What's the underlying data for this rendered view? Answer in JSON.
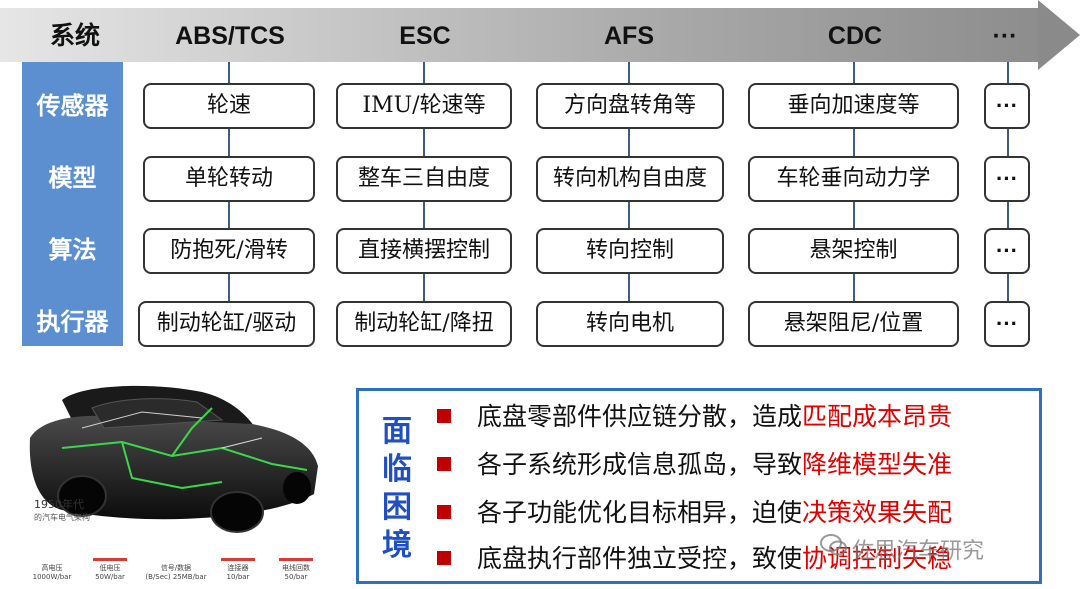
{
  "header": {
    "columns": [
      "系统",
      "ABS/TCS",
      "ESC",
      "AFS",
      "CDC",
      "···"
    ]
  },
  "categories": [
    "传感器",
    "模型",
    "算法",
    "执行器"
  ],
  "systems": [
    {
      "cells": [
        "轮速",
        "单轮转动",
        "防抱死/滑转",
        "制动轮缸/驱动"
      ]
    },
    {
      "cells": [
        "IMU/轮速等",
        "整车三自由度",
        "直接横摆控制",
        "制动轮缸/降扭"
      ]
    },
    {
      "cells": [
        "方向盘转角等",
        "转向机构自由度",
        "转向控制",
        "转向电机"
      ]
    },
    {
      "cells": [
        "垂向加速度等",
        "车轮垂向动力学",
        "悬架控制",
        "悬架阻尼/位置"
      ]
    },
    {
      "cells": [
        "···",
        "···",
        "···",
        "···"
      ]
    }
  ],
  "car": {
    "caption_line1": "1950年代",
    "caption_line2": "的汽车电气架构",
    "legend": [
      {
        "line1": "高电压",
        "line2": "1000W/bar",
        "color": ""
      },
      {
        "line1": "低电压",
        "line2": "50W/bar",
        "color": "#d83a3a"
      },
      {
        "line1": "信号/数据",
        "line2": "(B/Sec) 25MB/bar",
        "color": ""
      },
      {
        "line1": "连接器",
        "line2": "10/bar",
        "color": "#d83a3a"
      },
      {
        "line1": "电线回数",
        "line2": "50/bar",
        "color": "#d83a3a"
      }
    ]
  },
  "challenges": {
    "title": [
      "面",
      "临",
      "困",
      "境"
    ],
    "items": [
      {
        "text": "底盘零部件供应链分散，造成",
        "highlight": "匹配成本昂贵"
      },
      {
        "text": "各子系统形成信息孤岛，导致",
        "highlight": "降维模型失准"
      },
      {
        "text": "各子功能优化目标相异，迫使",
        "highlight": "决策效果失配"
      },
      {
        "text": "底盘执行部件独立受控，致使",
        "highlight": "协调控制失稳"
      }
    ]
  },
  "watermark": "佐思汽车研究",
  "colors": {
    "category_bg": "#5b8fd0",
    "challenge_border": "#2f6fbd",
    "challenge_title": "#1f4fc0",
    "bullet": "#c00000",
    "highlight": "#e00000"
  }
}
